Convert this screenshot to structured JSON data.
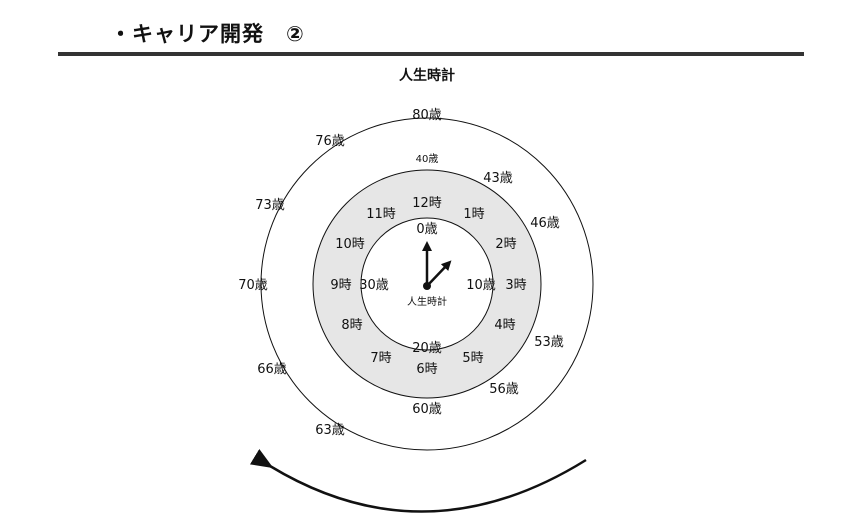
{
  "header": {
    "title": "・キャリア開発　②"
  },
  "diagram": {
    "title": "人生時計",
    "center_label": "人生時計",
    "clock_hours": [
      "12時",
      "1時",
      "2時",
      "3時",
      "4時",
      "5時",
      "6時",
      "7時",
      "8時",
      "9時",
      "10時",
      "11時"
    ],
    "inner_ages": [
      "0歳",
      "10歳",
      "20歳",
      "30歳"
    ],
    "middle_top_age": "40歳",
    "outer_ages": [
      "80歳",
      "43歳",
      "46歳",
      "53歳",
      "56歳",
      "60歳",
      "63歳",
      "66歳",
      "70歳",
      "73歳",
      "76歳"
    ],
    "colors": {
      "ring_fill": "#e6e6e6",
      "stroke": "#111111"
    }
  }
}
